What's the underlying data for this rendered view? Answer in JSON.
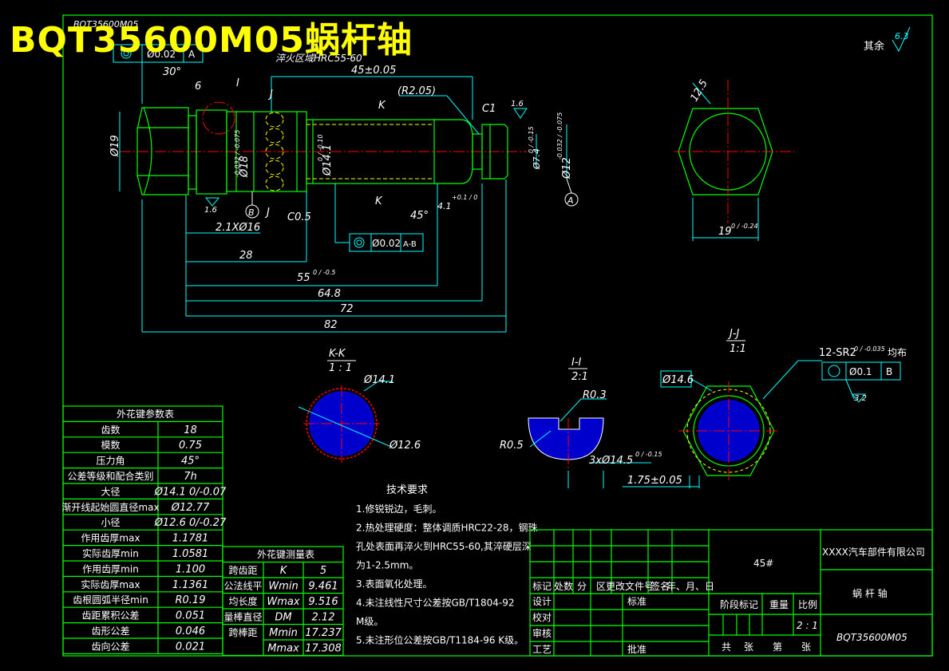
{
  "title_overlay": "BQT35600M05蜗杆轴",
  "top_left_code": "BQT35600M05",
  "surface_rest": "其余",
  "roughness": {
    "rest": "6.3",
    "a": "1.6",
    "b": "1.6",
    "c": "1.6",
    "d": "3.2"
  },
  "datums": {
    "a": "A",
    "b": "B"
  },
  "section_labels": {
    "i": "I",
    "j": "J",
    "k": "K"
  },
  "dims": {
    "tol_circle": "Ø0.02",
    "tol_datum_a": "A",
    "quench_zone": "淬火区域HRC55-60",
    "d45": "45±0.05",
    "r205": "(R2.05)",
    "c1": "C1",
    "d6": "6",
    "angle30": "30°",
    "d19": "Ø19",
    "d18": "Ø18",
    "d18_tol": "-0.032 / -0.075",
    "d14": "Ø14.1",
    "d14_tol": "0 / -0.10",
    "d7": "Ø7.4",
    "d7_tol": "0 / -0.15",
    "d12": "Ø12",
    "d12_tol": "-0.032 / -0.075",
    "d41": "4.1",
    "d41_tol": "+0.1 / 0",
    "a45": "45°",
    "c05": "C0.5",
    "d21": "2.1XØ16",
    "tol_ab": "Ø0.02",
    "tol_ab_datum": "A-B",
    "d28": "28",
    "d55": "55",
    "d55_tol": "0 / -0.5",
    "d648": "64.8",
    "d72": "72",
    "d82": "82",
    "r125": "12.5",
    "d19hex": "19",
    "d19hex_tol": "0 / -0.24"
  },
  "kk": {
    "title": "K-K",
    "scale": "1 : 1",
    "d141": "Ø14.1",
    "d126": "Ø12.6"
  },
  "ii": {
    "title": "I-I",
    "scale": "2:1",
    "r03": "R0.3",
    "r05": "R0.5",
    "d145": "3xØ14.5",
    "d145_tol": "0 / -0.15",
    "d175": "1.75±0.05"
  },
  "jj": {
    "title": "J-J",
    "scale": "1:1",
    "note": "12-SR2",
    "note_tol": "0 / -0.035",
    "note_tail": "均布",
    "d146": "Ø14.6",
    "fc_tol": "Ø0.1",
    "fc_datum": "B"
  },
  "spline_table": {
    "title": "外花键参数表",
    "rows": [
      [
        "齿数",
        "18"
      ],
      [
        "模数",
        "0.75"
      ],
      [
        "压力角",
        "45°"
      ],
      [
        "公差等级和配合类别",
        "7h"
      ],
      [
        "大径",
        "Ø14.1 0/-0.07"
      ],
      [
        "渐开线起始圆直径max",
        "Ø12.77"
      ],
      [
        "小径",
        "Ø12.6 0/-0.27"
      ],
      [
        "作用齿厚max",
        "1.1781"
      ],
      [
        "实际齿厚min",
        "1.0581"
      ],
      [
        "作用齿厚min",
        "1.100"
      ],
      [
        "实际齿厚max",
        "1.1361"
      ],
      [
        "齿根圆弧半径min",
        "R0.19"
      ],
      [
        "齿距累积公差",
        "0.051"
      ],
      [
        "齿形公差",
        "0.046"
      ],
      [
        "齿向公差",
        "0.021"
      ]
    ]
  },
  "measure_table": {
    "title": "外花键测量表",
    "rows": [
      [
        "跨齿距",
        "K",
        "5"
      ],
      [
        "公法线平",
        "Wmin",
        "9.461"
      ],
      [
        "均长度",
        "Wmax",
        "9.516"
      ],
      [
        "量棒直径",
        "DM",
        "2.12"
      ],
      [
        "跨棒距",
        "Mmin",
        "17.237"
      ],
      [
        "",
        "Mmax",
        "17.308"
      ]
    ]
  },
  "tech_req": {
    "title": "技术要求",
    "lines": [
      "1.修锐锐边，毛刺。",
      "2.热处理硬度：整体调质HRC22-28，钢珠",
      "孔处表面再淬火到HRC55-60,其淬硬层深",
      "为1-2.5mm。",
      "3.表面氧化处理。",
      "4.未注线性尺寸公差按GB/T1804-92",
      "M级。",
      "5.未注形位公差按GB/T1184-96 K级。"
    ]
  },
  "title_block": {
    "material": "45#",
    "company": "XXXX汽车部件有限公司",
    "part_name": "蜗  杆  轴",
    "drawing_no": "BQT35600M05",
    "rev_headers": [
      "标记",
      "处数",
      "分",
      "区",
      "更改文件号",
      "签名",
      "年、月、日"
    ],
    "left_rows": [
      "设计",
      "校对",
      "审核",
      "工艺"
    ],
    "standard": "标准",
    "approve": "批准",
    "stage": "阶段标记",
    "weight": "重量",
    "scale_label": "比例",
    "scale": "2 : 1",
    "total": "共",
    "sheets": "张",
    "nth": "第",
    "nth_sheets": "张"
  }
}
